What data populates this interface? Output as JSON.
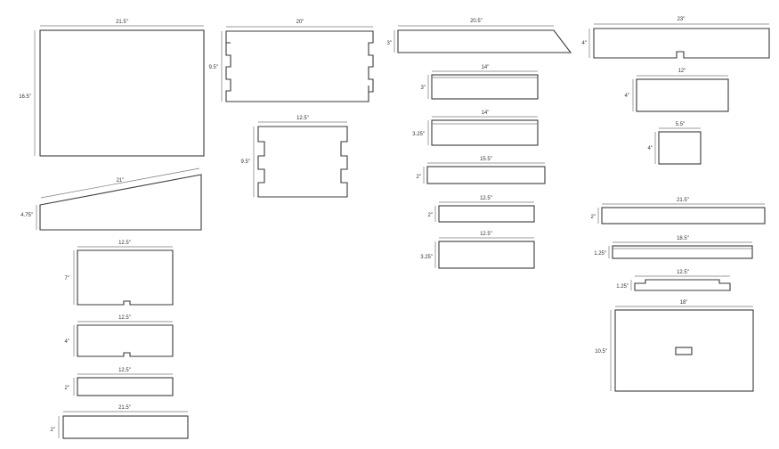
{
  "parts": [
    {
      "id": "panel-a",
      "width_label": "21.5\"",
      "height_label": "16.5\""
    },
    {
      "id": "panel-b",
      "width_label": "20\"",
      "height_label": "9.5\""
    },
    {
      "id": "panel-c",
      "width_label": "20.5\"",
      "height_label": "3\""
    },
    {
      "id": "panel-d",
      "width_label": "23\"",
      "height_label": "4\""
    },
    {
      "id": "panel-e",
      "width_label": "14\"",
      "height_label": "3\""
    },
    {
      "id": "panel-f",
      "width_label": "12\"",
      "height_label": "4\""
    },
    {
      "id": "panel-g",
      "width_label": "12.5\"",
      "height_label": "9.5\""
    },
    {
      "id": "panel-h",
      "width_label": "14\"",
      "height_label": "3.25\""
    },
    {
      "id": "panel-i",
      "width_label": "5.5\"",
      "height_label": "4\""
    },
    {
      "id": "panel-j",
      "width_label": "21\"",
      "height_label": "4.75\""
    },
    {
      "id": "panel-k",
      "width_label": "15.5\"",
      "height_label": "2\""
    },
    {
      "id": "panel-l",
      "width_label": "12.5\"",
      "height_label": "2\""
    },
    {
      "id": "panel-m",
      "width_label": "21.5\"",
      "height_label": "2\""
    },
    {
      "id": "panel-n",
      "width_label": "12.5\"",
      "height_label": "3.25\""
    },
    {
      "id": "panel-o",
      "width_label": "18.5\"",
      "height_label": "1.25\""
    },
    {
      "id": "panel-p",
      "width_label": "12.5\"",
      "height_label": "7\""
    },
    {
      "id": "panel-q",
      "width_label": "12.5\"",
      "height_label": "1.25\""
    },
    {
      "id": "panel-r",
      "width_label": "18\"",
      "height_label": "10.5\""
    },
    {
      "id": "panel-s",
      "width_label": "12.5\"",
      "height_label": "4\""
    },
    {
      "id": "panel-t",
      "width_label": "12.5\"",
      "height_label": "2\""
    },
    {
      "id": "panel-u",
      "width_label": "21.5\"",
      "height_label": "2\""
    }
  ]
}
